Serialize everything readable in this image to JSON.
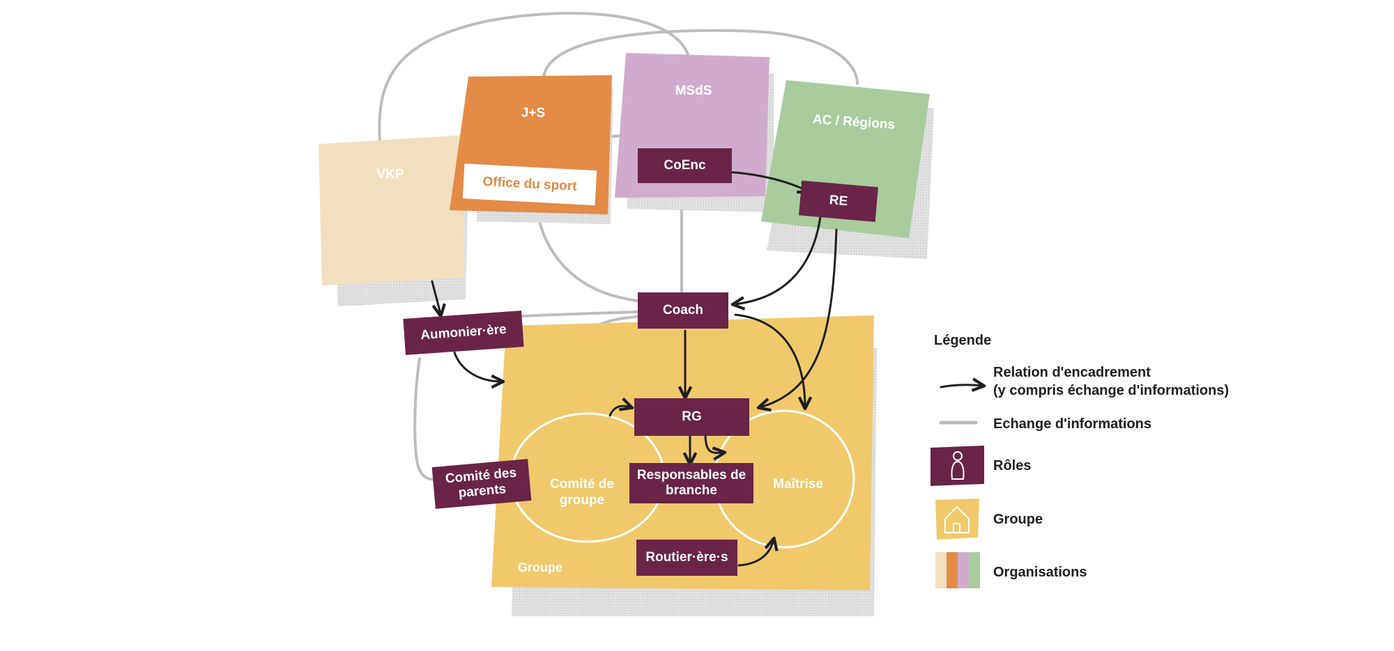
{
  "diagram": {
    "organisations": {
      "vkp": "VKP",
      "js": "J+S",
      "msds": "MSdS",
      "ac": "AC / Régions"
    },
    "roles": {
      "office_du_sport": "Office du sport",
      "coenc": "CoEnc",
      "re": "RE",
      "coach": "Coach",
      "aumonier": "Aumonier·ère",
      "rg": "RG",
      "responsables_line1": "Responsables de",
      "responsables_line2": "branche",
      "comite_parents_line1": "Comité des",
      "comite_parents_line2": "parents",
      "routier": "Routier·ère·s"
    },
    "circles": {
      "comite_groupe_line1": "Comité de",
      "comite_groupe_line2": "groupe",
      "maitrise": "Maîtrise"
    },
    "groupe_label": "Groupe"
  },
  "legend": {
    "title": "Légende",
    "arrow_line1": "Relation d'encadrement",
    "arrow_line2": "(y compris échange d'informations)",
    "grey_line": "Echange d'informations",
    "roles": "Rôles",
    "groupe": "Groupe",
    "organisations": "Organisations"
  },
  "colors": {
    "role_tape": "#6a2448",
    "groupe": "#f1c96c",
    "vkp": "#f1dfbf",
    "js": "#e38b47",
    "msds": "#cfaccb",
    "ac": "#a9cb9e",
    "info_line": "#bdbdbd",
    "arrow": "#1f1f1f"
  }
}
